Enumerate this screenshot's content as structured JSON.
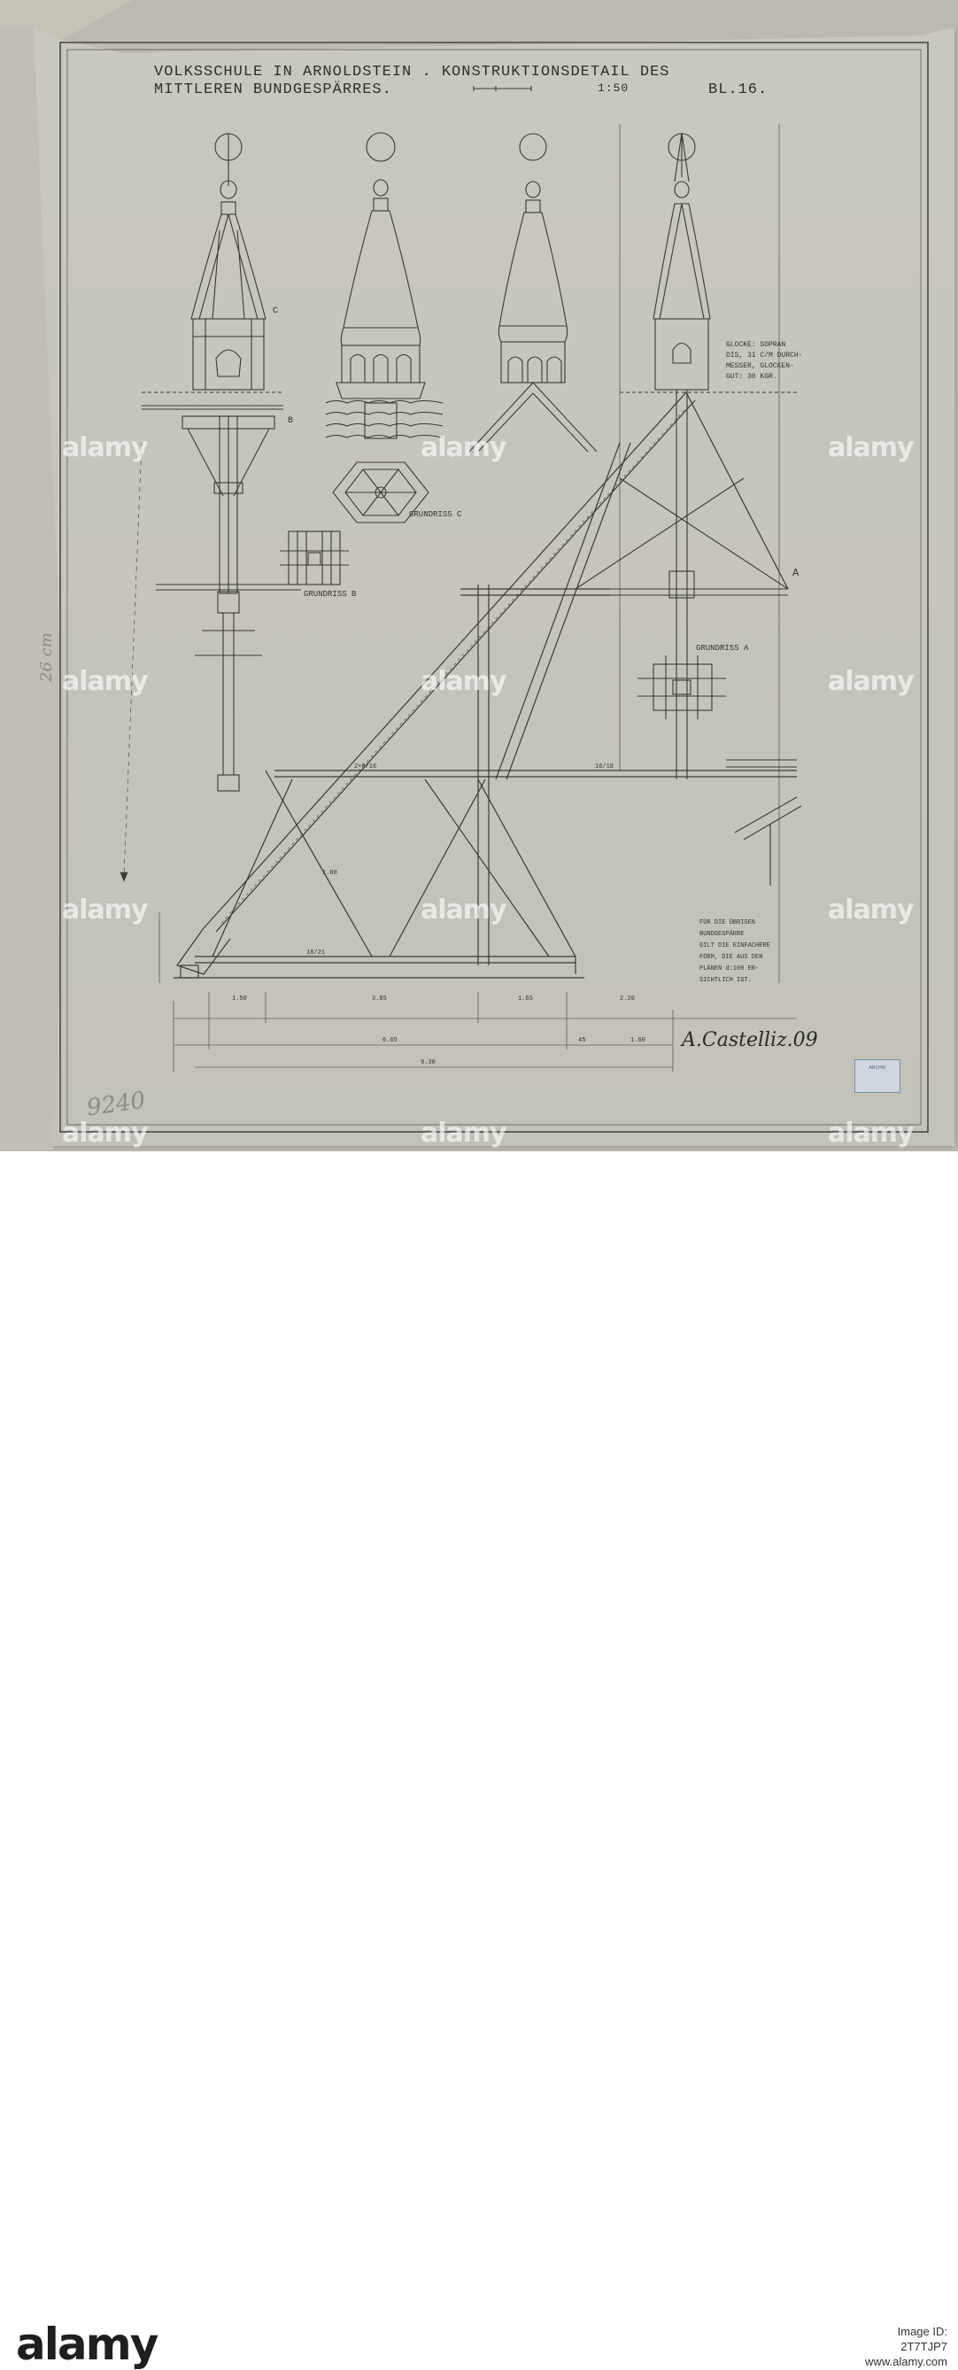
{
  "title": {
    "line1": "VOLKSSCHULE IN ARNOLDSTEIN . KONSTRUKTIONSDETAIL DES",
    "line2": "MITTLEREN BUNDGESPÄRRES.",
    "scale": "1:50",
    "sheet": "BL.16."
  },
  "labels": {
    "grundriss_a": "GRUNDRISS A",
    "grundriss_b": "GRUNDRISS B",
    "grundriss_c": "GRUNDRISS C",
    "a": "A",
    "b": "B",
    "c": "C"
  },
  "bell_note": [
    "GLOCKE: SOPRAN",
    "DIS, 31 C/M DURCH-",
    "MESSER, GLOCKEN-",
    "GUT: 30 KGR."
  ],
  "footnote": [
    "FÜR DIE ÜBRIGEN",
    "BUNDGESPÄRRE",
    "GILT DIE EINFACHERE",
    "FORM, DIE AUS DEN",
    "PLÄNEN d:100 ER-",
    "SICHTLICH IST."
  ],
  "dimensions": {
    "d1": "1.50",
    "d2": "3.85",
    "d3": "1.65",
    "d4": "2.20",
    "d5": "6.65",
    "d6": "9.30",
    "d7": "1.60",
    "d8": "45",
    "d9": "2×8/16",
    "d10": "16/18",
    "d11": "18/21",
    "d12": "1.00"
  },
  "pencil": {
    "left_number": "9240",
    "side_note": "26 cm"
  },
  "signature": "A.Castelliz.09",
  "stamp": "ARCHIV",
  "watermark": "alamy",
  "footer": {
    "brand": "alamy",
    "image_id": "Image ID: 2T7TJP7",
    "site": "www.alamy.com"
  }
}
